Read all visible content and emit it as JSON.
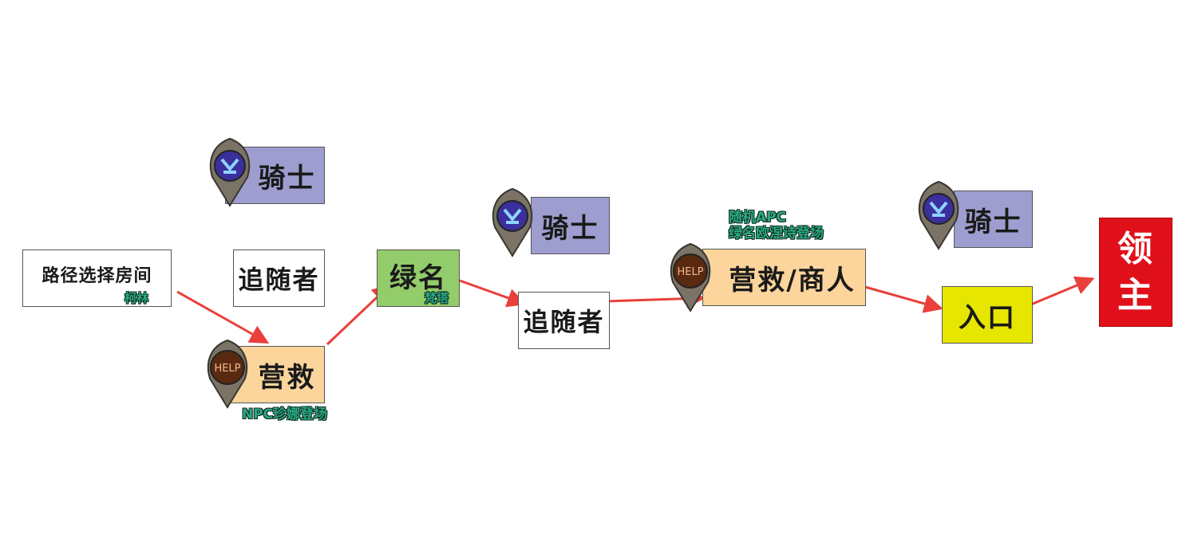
{
  "colors": {
    "knight": "#9d9dd0",
    "rescue": "#fbd59c",
    "green": "#93cc6a",
    "entrance": "#e6e600",
    "boss": "#e0101a",
    "arrow": "#ea3f3a",
    "note": "#2aa882"
  },
  "nodes": {
    "path_room": {
      "label": "路径选择房间",
      "sub": "柯林"
    },
    "knight1": {
      "label": "骑士",
      "icon": "knight-badge-icon"
    },
    "follower1": {
      "label": "追随者"
    },
    "rescue1": {
      "label": "营救",
      "sub": "NPC珍娜登场",
      "icon": "help-badge-icon",
      "icon_text": "HELP"
    },
    "green_name": {
      "label": "绿名",
      "sub": "梵塔"
    },
    "knight2": {
      "label": "骑士",
      "icon": "knight-badge-icon"
    },
    "follower2": {
      "label": "追随者"
    },
    "rescue_merchant": {
      "label": "营救/商人",
      "note1": "随机APC",
      "note2": "绿名欧涅诗登场",
      "icon": "help-badge-icon",
      "icon_text": "HELP"
    },
    "knight3": {
      "label": "骑士",
      "icon": "knight-badge-icon"
    },
    "entrance": {
      "label": "入口"
    },
    "boss": {
      "label1": "领",
      "label2": "主"
    }
  }
}
